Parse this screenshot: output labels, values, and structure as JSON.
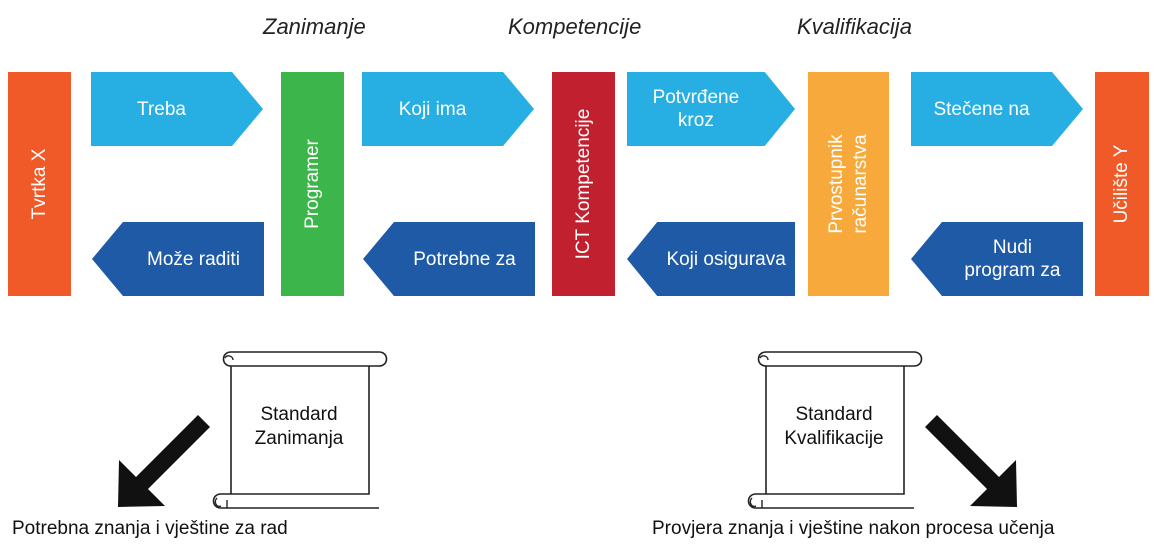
{
  "headers": {
    "occupation": "Zanimanje",
    "competences": "Kompetencije",
    "qualification": "Kvalifikacija"
  },
  "boxes": {
    "company": "Tvrtka X",
    "programmer": "Programer",
    "ict": "ICT Kompetencije",
    "bachelor_line1": "Prvostupnik",
    "bachelor_line2": "računarstva",
    "school": "Učilište Y"
  },
  "arrows": {
    "needs": "Treba",
    "which_has": "Koji ima",
    "confirmed_line1": "Potvrđene",
    "confirmed_line2": "kroz",
    "acquired_at": "Stečene na",
    "can_work": "Može raditi",
    "needed_for": "Potrebne za",
    "which_ensures": "Koji osigurava",
    "offers_line1": "Nudi",
    "offers_line2": "program za"
  },
  "scrolls": {
    "occupation_line1": "Standard",
    "occupation_line2": "Zanimanja",
    "qualification_line1": "Standard",
    "qualification_line2": "Kvalifikacije"
  },
  "captions": {
    "left": "Potrebna znanja i vještine za rad",
    "right": "Provjera znanja i vještine nakon procesa učenja"
  },
  "colors": {
    "orange": "#f05a28",
    "green": "#3cb54a",
    "red": "#c1202f",
    "amber": "#f7a93b",
    "arrow_light": "#27aee3",
    "arrow_dark": "#1f5aa6"
  }
}
